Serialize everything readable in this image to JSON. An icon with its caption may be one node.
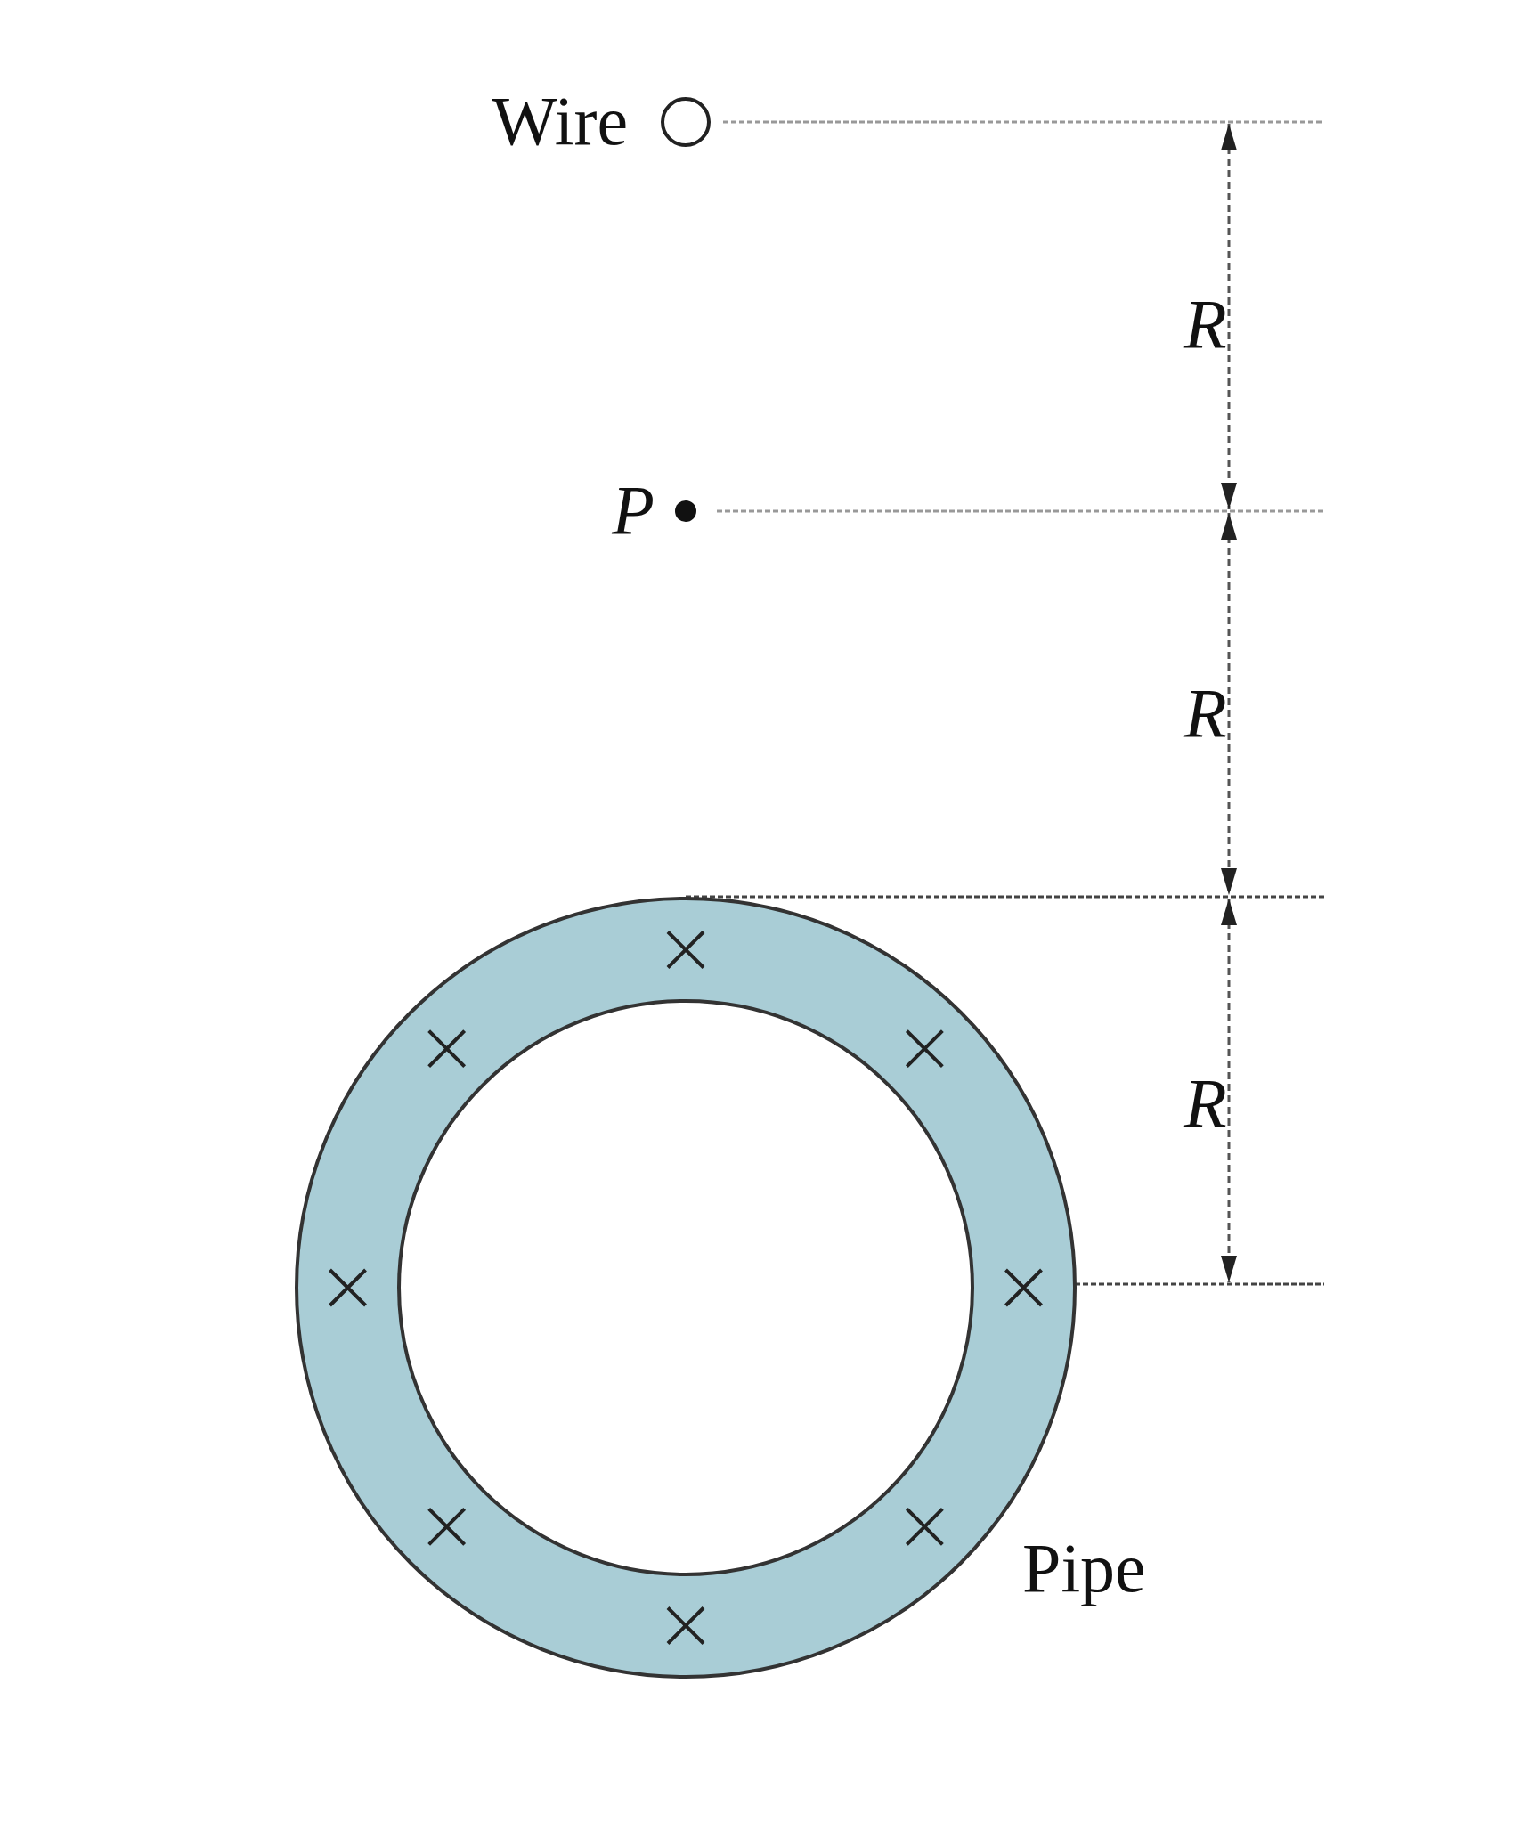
{
  "diagram": {
    "labels": [
      "Wire",
      "R",
      "P",
      "R",
      "R",
      "Pipe"
    ]
  }
}
